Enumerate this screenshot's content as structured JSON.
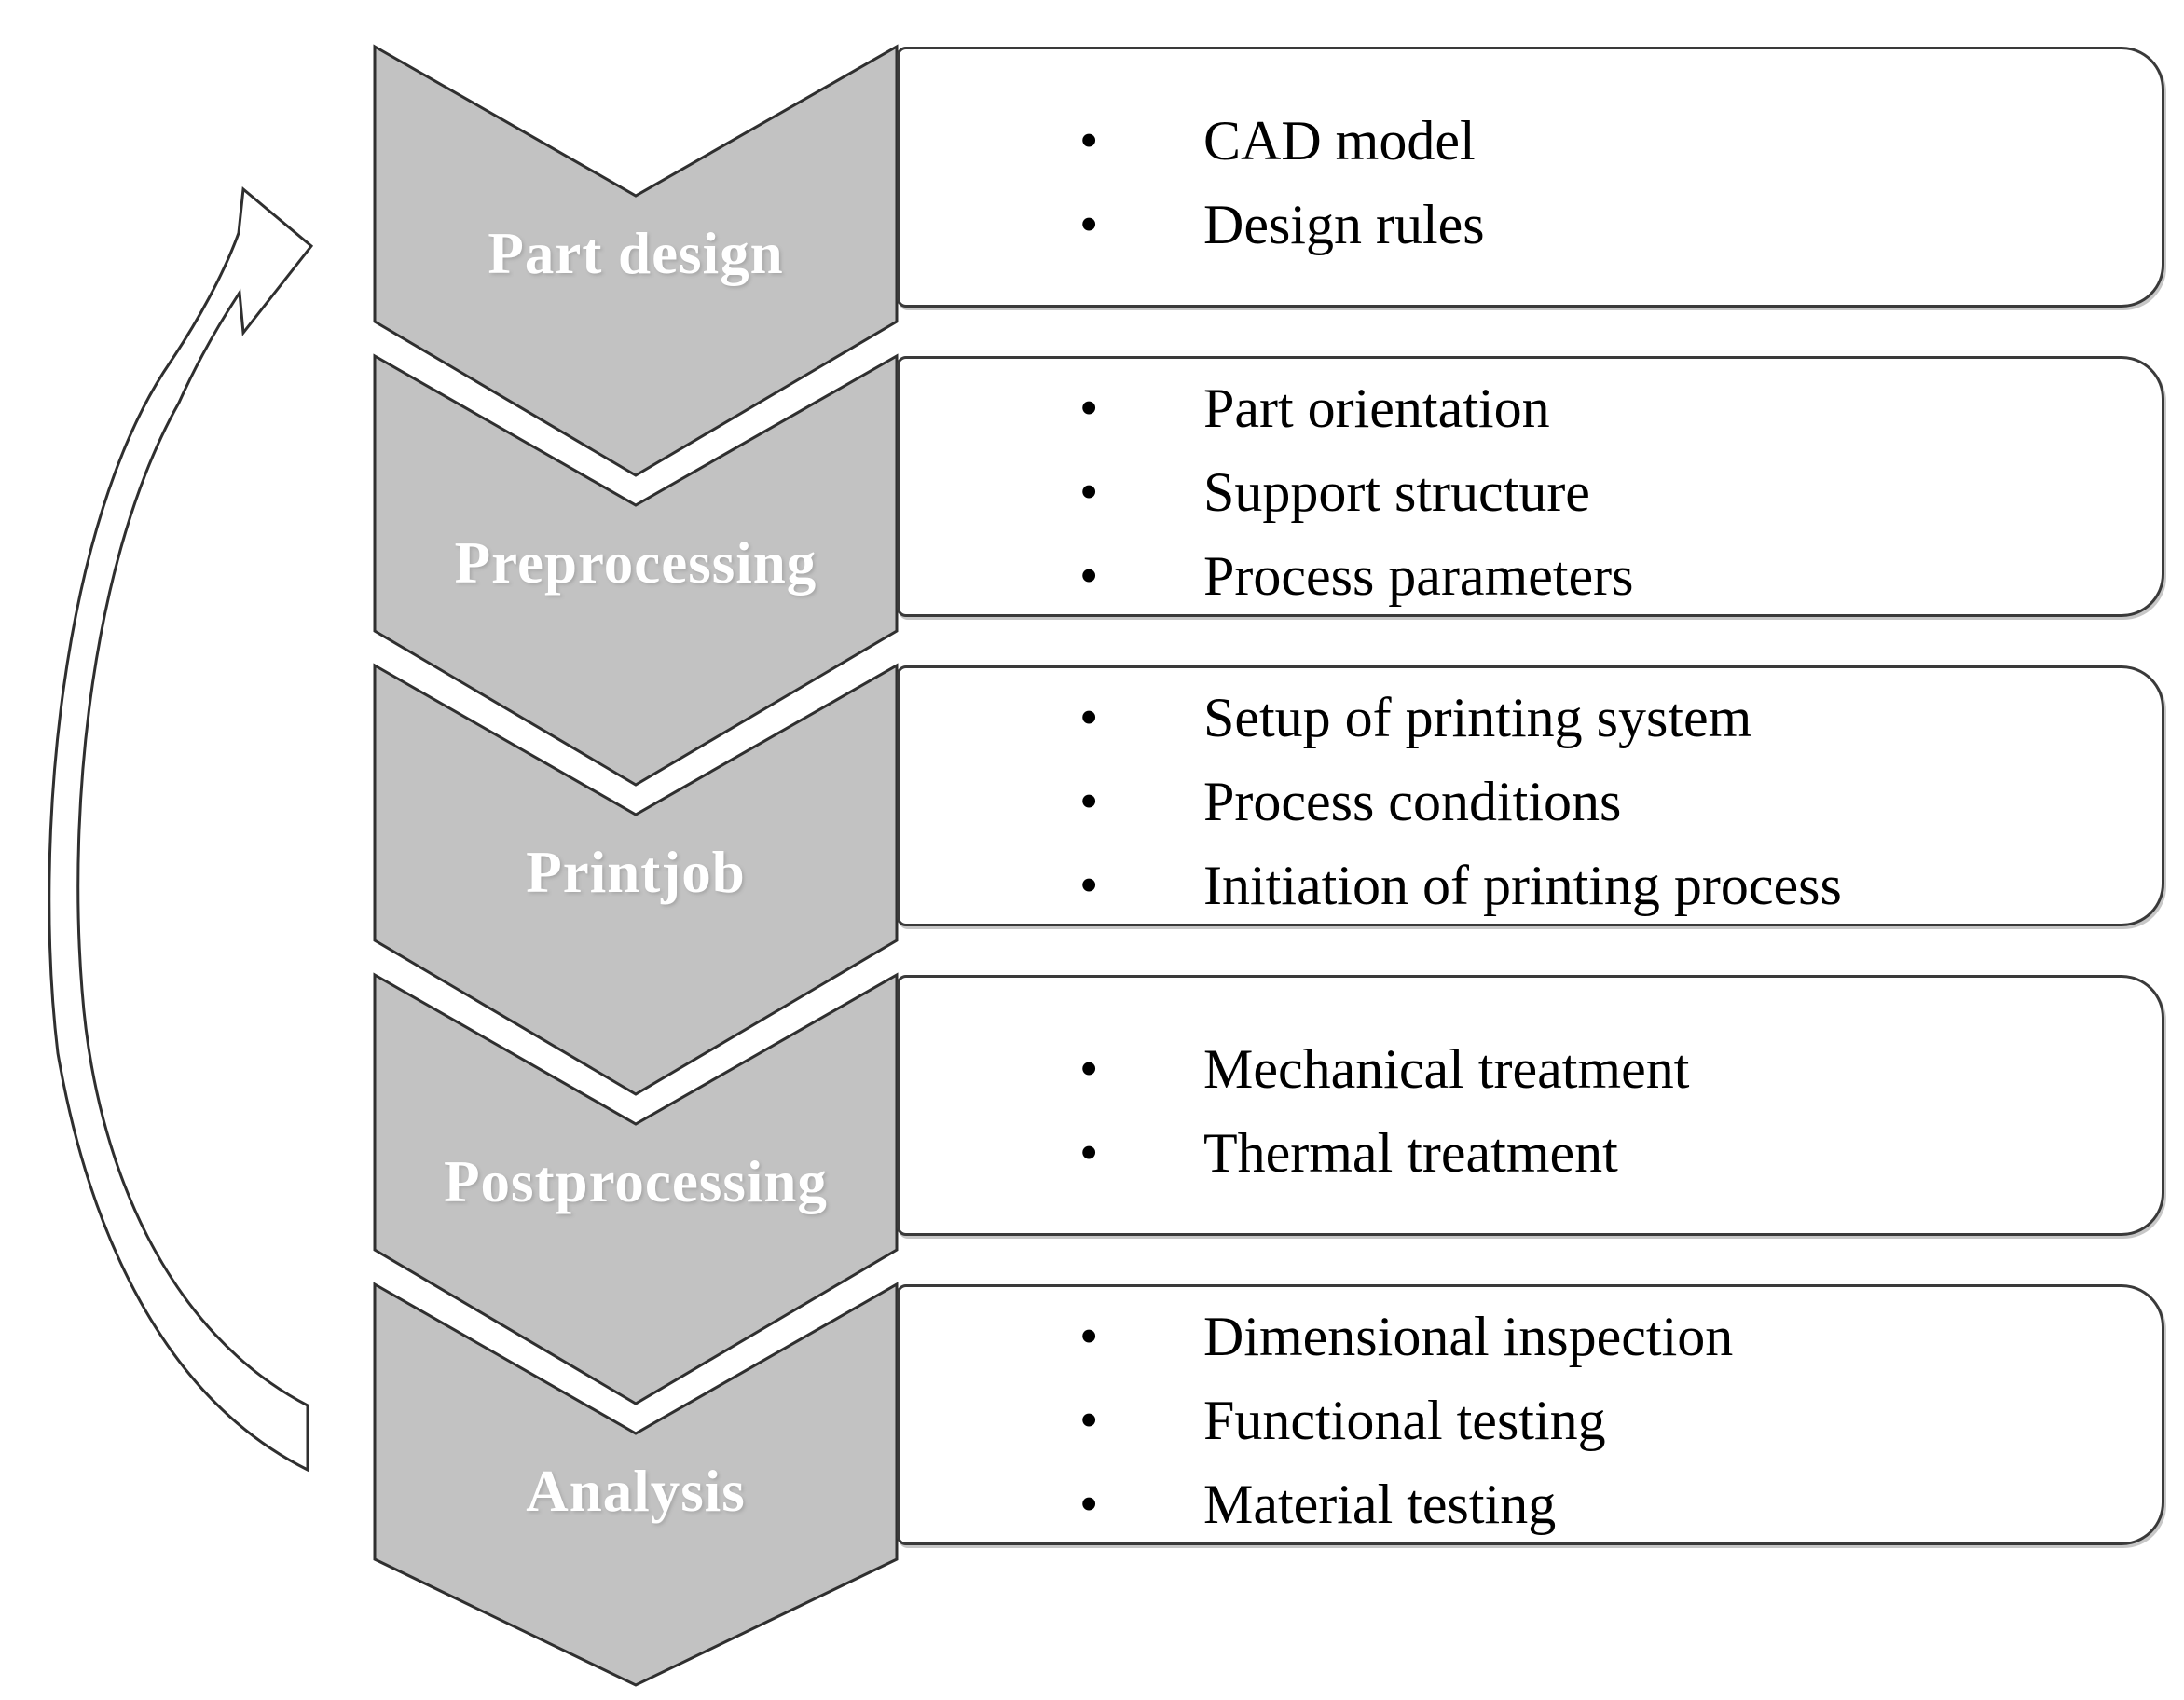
{
  "figure": {
    "kind": "process-flow-diagram",
    "bullet_char": "•",
    "steps": [
      {
        "label": "Part design",
        "items": [
          "CAD model",
          "Design rules"
        ]
      },
      {
        "label": "Preprocessing",
        "items": [
          "Part orientation",
          "Support structure",
          "Process parameters"
        ]
      },
      {
        "label": "Printjob",
        "items": [
          "Setup of printing system",
          "Process conditions",
          "Initiation of printing process"
        ]
      },
      {
        "label": "Postprocessing",
        "items": [
          "Mechanical treatment",
          "Thermal treatment"
        ]
      },
      {
        "label": "Analysis",
        "items": [
          "Dimensional inspection",
          "Functional testing",
          "Material testing"
        ]
      }
    ],
    "icons": {
      "feedback_arrow": "curved-arrow-up"
    },
    "colors": {
      "background": "#ffffff",
      "chevron_fill": "#c2c2c2",
      "chevron_border": "#2f2f2f",
      "box_background": "#ffffff",
      "box_border": "#3a3a3a",
      "label_text": "#ffffff",
      "item_text": "#000000",
      "arrow_fill": "#ffffff",
      "arrow_border": "#2f2f2f"
    }
  }
}
